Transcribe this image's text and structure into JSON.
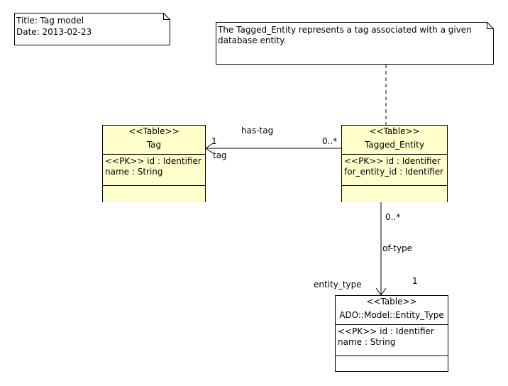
{
  "title_note": {
    "title": "Title: Tag model",
    "date": "Date: 2013-02-23"
  },
  "comment_note": {
    "line1": "The Tagged_Entity represents a tag associated with a given",
    "line2": "database entity."
  },
  "classes": {
    "tag": {
      "stereotype": "<<Table>>",
      "name": "Tag",
      "attributes": [
        "<<PK>> id : Identifier",
        "name : String"
      ]
    },
    "tagged_entity": {
      "stereotype": "<<Table>>",
      "name": "Tagged_Entity",
      "attributes": [
        "<<PK>> id : Identifier",
        "for_entity_id : Identifier"
      ]
    },
    "entity_type": {
      "stereotype": "<<Table>>",
      "name": "ADO::Model::Entity_Type",
      "attributes": [
        "<<PK>> id : Identifier",
        "name : String"
      ]
    }
  },
  "associations": {
    "has_tag": {
      "name": "has-tag",
      "source_multiplicity": "0..*",
      "target_multiplicity": "1",
      "target_role": "tag"
    },
    "of_type": {
      "name": "of-type",
      "source_multiplicity": "0..*",
      "target_multiplicity": "1",
      "target_role": "entity_type"
    }
  },
  "colors": {
    "class_header": "#ffffcc",
    "line": "#000000"
  }
}
